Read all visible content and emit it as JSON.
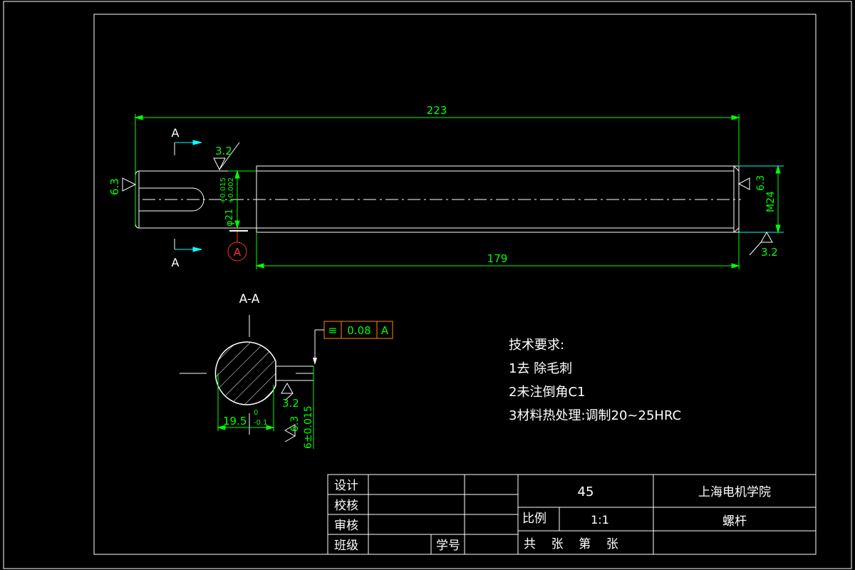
{
  "drawing": {
    "overall_length": "223",
    "thread_length": "179",
    "section_mark": "A",
    "section_title": "A-A",
    "datum_label": "A",
    "roughness_top": "3.2",
    "roughness_left": "6.3",
    "roughness_right_top": "6.3",
    "roughness_right_bottom": "3.2",
    "roughness_keyway": "3.2",
    "roughness_keyway_side": "6.3",
    "journal_dim": "φ21",
    "journal_tol_upper": "+0.015",
    "journal_tol_lower": "+0.002",
    "thread_dim": "M24",
    "keyway_depth": "19.5",
    "keyway_depth_tol_upper": "0",
    "keyway_depth_tol_lower": "-0.1",
    "keyway_width": "6±0.015",
    "fcf_symbol": "≡",
    "fcf_value": "0.08",
    "fcf_datum": "A"
  },
  "tech_requirements": {
    "title": "技术要求:",
    "items": [
      "1去 除毛刺",
      "2未注倒角C1",
      "3材料热处理:调制20~25HRC"
    ]
  },
  "title_block": {
    "design_label": "设计",
    "check_label": "校核",
    "review_label": "审核",
    "class_label": "班级",
    "student_id_label": "学号",
    "material": "45",
    "scale_label": "比例",
    "scale_value": "1:1",
    "sheets_text": "共    张    第    张",
    "school": "上海电机学院",
    "part_name": "螺杆"
  },
  "colors": {
    "border": "#ffffff",
    "dimension": "#00ff00",
    "centerline": "#ffffff",
    "datum": "#ff3030",
    "dim_line": "#00ffff"
  }
}
